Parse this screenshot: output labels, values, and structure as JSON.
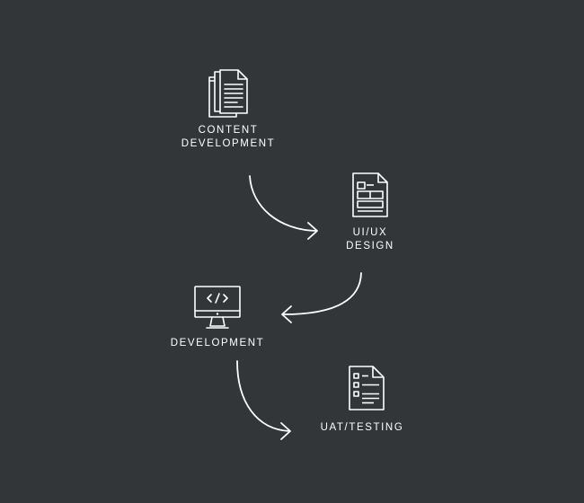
{
  "diagram": {
    "background_color": "#323638",
    "foreground_color": "#ffffff",
    "steps": [
      {
        "id": "content-development",
        "icon": "documents-icon",
        "label_lines": [
          "CONTENT",
          "DEVELOPMENT"
        ]
      },
      {
        "id": "ui-ux-design",
        "icon": "wireframe-document-icon",
        "label_lines": [
          "UI/UX",
          "DESIGN"
        ]
      },
      {
        "id": "development",
        "icon": "code-monitor-icon",
        "label_lines": [
          "DEVELOPMENT"
        ]
      },
      {
        "id": "uat-testing",
        "icon": "checklist-document-icon",
        "label_lines": [
          "UAT/TESTING"
        ]
      }
    ],
    "connectors": [
      {
        "from": "content-development",
        "to": "ui-ux-design",
        "direction": "right"
      },
      {
        "from": "ui-ux-design",
        "to": "development",
        "direction": "left"
      },
      {
        "from": "development",
        "to": "uat-testing",
        "direction": "right"
      }
    ]
  }
}
